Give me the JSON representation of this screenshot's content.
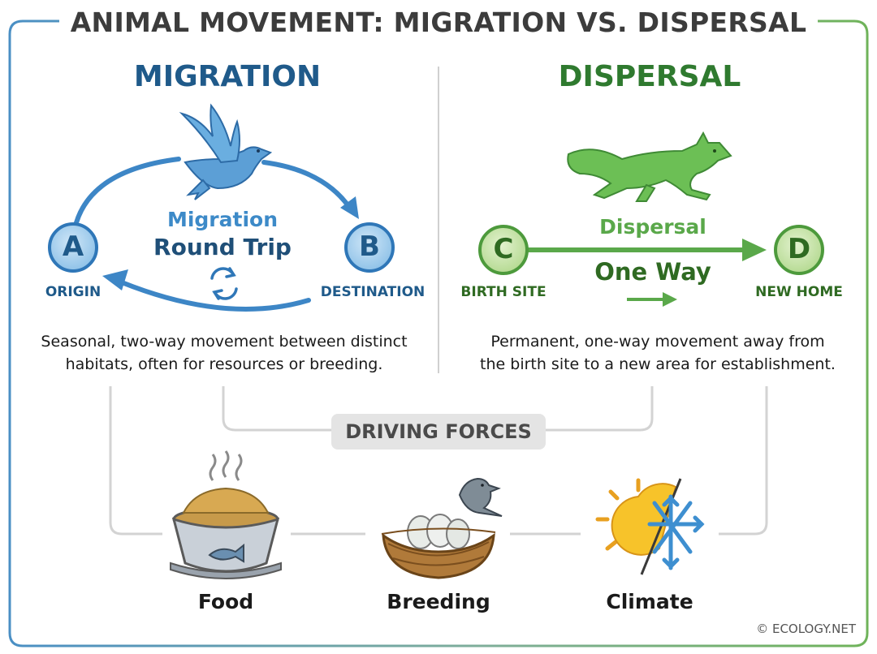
{
  "title": "ANIMAL MOVEMENT: MIGRATION VS. DISPERSAL",
  "migration": {
    "heading": "MIGRATION",
    "node_a": "A",
    "node_b": "B",
    "caption_a": "ORIGIN",
    "caption_b": "DESTINATION",
    "label_line1": "Migration",
    "label_line2": "Round Trip",
    "description_line1": "Seasonal, two-way movement between distinct",
    "description_line2": "habitats, often for resources or breeding."
  },
  "dispersal": {
    "heading": "DISPERSAL",
    "node_c": "C",
    "node_d": "D",
    "caption_c": "BIRTH SITE",
    "caption_d": "NEW HOME",
    "label_line1": "Dispersal",
    "label_line2": "One Way",
    "description_line1": "Permanent, one-way movement away from",
    "description_line2": "the birth site to a new area for establishment."
  },
  "driving_forces": {
    "heading": "DRIVING FORCES",
    "items": [
      "Food",
      "Breeding",
      "Climate"
    ]
  },
  "copyright": "© ECOLOGY.NET",
  "colors": {
    "migration_blue": "#3d86c6",
    "dispersal_green": "#5aa84a",
    "frame_blue": "#4a8fc4",
    "frame_green": "#6fb35a"
  },
  "icons": [
    "bird-icon",
    "fox-icon",
    "cycle-icon",
    "food-bowl-icon",
    "nest-icon",
    "sun-snowflake-icon"
  ]
}
